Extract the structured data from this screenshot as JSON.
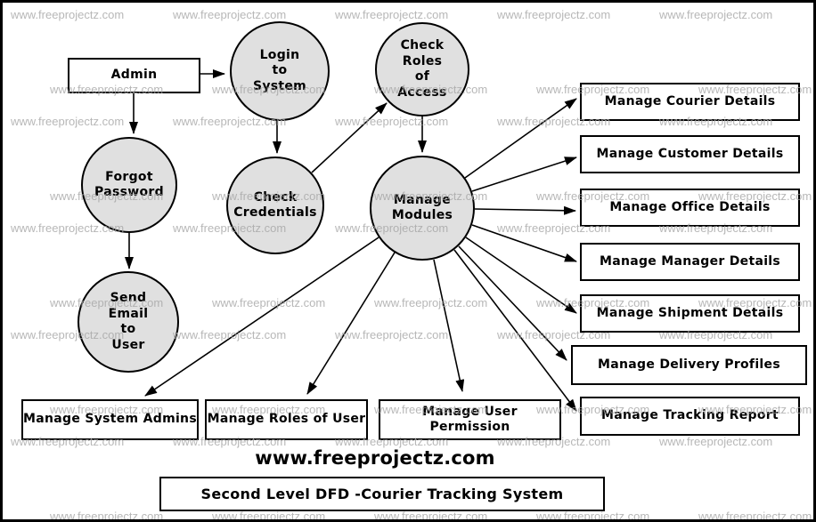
{
  "watermark": {
    "text": "www.freeprojectz.com"
  },
  "site_label": "www.freeprojectz.com",
  "title_box": "Second Level DFD -Courier Tracking System",
  "nodes": {
    "admin": "Admin",
    "login": "Login\nto\nSystem",
    "check_roles": "Check\nRoles\nof\nAccess",
    "forgot_password": "Forgot\nPassword",
    "check_credentials": "Check\nCredentials",
    "manage_modules": "Manage\nModules",
    "send_email": "Send\nEmail\nto\nUser"
  },
  "stores": {
    "courier": "Manage Courier Details",
    "customer": "Manage Customer Details",
    "office": "Manage Office Details",
    "manager": "Manage Manager Details",
    "shipment": "Manage Shipment Details",
    "delivery": "Manage Delivery Profiles",
    "tracking": "Manage Tracking Report",
    "system_admins": "Manage System Admins",
    "roles_of_user": "Manage Roles of User",
    "user_permission": "Manage User Permission"
  },
  "colors": {
    "process_fill": "#e0e0e0",
    "stroke": "#000000",
    "watermark_gray": "#a6a6a6",
    "background": "#ffffff"
  }
}
